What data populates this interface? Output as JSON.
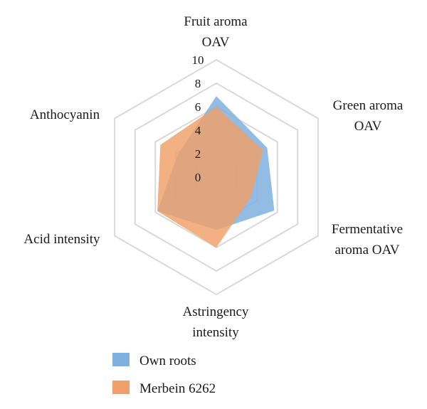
{
  "chart_data": {
    "type": "radar",
    "axes": [
      [
        "Fruit aroma",
        "OAV"
      ],
      [
        "Green aroma",
        "OAV"
      ],
      [
        "Fermentative",
        "aroma OAV"
      ],
      [
        "Astringency",
        "intensity"
      ],
      [
        "Acid intensity"
      ],
      [
        "Anthocyanin"
      ]
    ],
    "range": [
      0,
      10
    ],
    "ticks": [
      "0",
      "2",
      "4",
      "6",
      "8",
      "10"
    ],
    "grid": true,
    "legend_position": "bottom-left",
    "series": [
      {
        "name": "Own roots",
        "values": [
          6.9,
          5.0,
          5.7,
          4.5,
          5.8,
          3.8
        ],
        "color": "#7fb0df"
      },
      {
        "name": "Merbein 6262",
        "values": [
          6.0,
          4.6,
          3.4,
          6.0,
          5.8,
          5.5
        ],
        "color": "#f0a068"
      }
    ]
  }
}
